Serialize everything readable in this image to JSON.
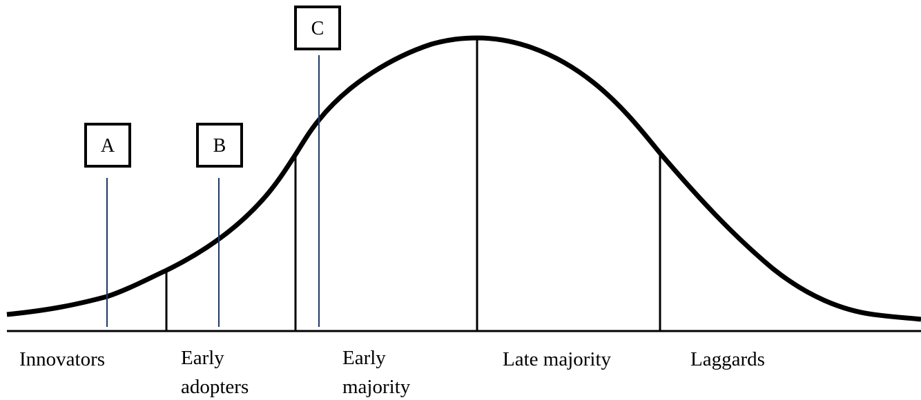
{
  "diagram": {
    "segments": [
      {
        "lines": [
          "Innovators"
        ]
      },
      {
        "lines": [
          "Early",
          "adopters"
        ]
      },
      {
        "lines": [
          "Early",
          "majority"
        ]
      },
      {
        "lines": [
          "Late majority"
        ]
      },
      {
        "lines": [
          "Laggards"
        ]
      }
    ],
    "markers": [
      {
        "label": "A"
      },
      {
        "label": "B"
      },
      {
        "label": "C"
      }
    ],
    "colors": {
      "curve": "#000000",
      "divider": "#000000",
      "marker_line": "#1f3864",
      "marker_box": "#000000"
    }
  }
}
